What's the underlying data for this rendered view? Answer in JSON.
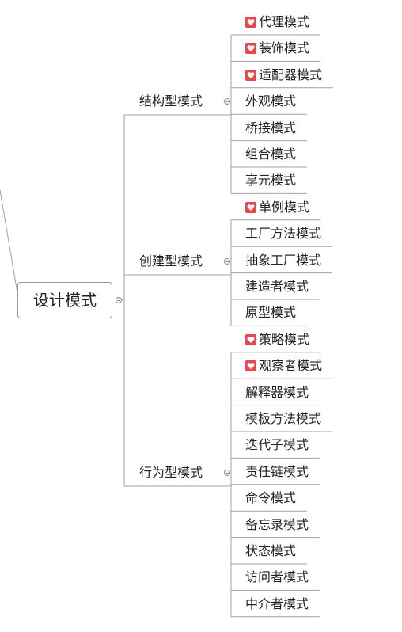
{
  "root": {
    "label": "设计模式"
  },
  "categories": [
    {
      "label": "结构型模式",
      "items": [
        {
          "label": "代理模式",
          "flagged": true
        },
        {
          "label": "装饰模式",
          "flagged": true
        },
        {
          "label": "适配器模式",
          "flagged": true
        },
        {
          "label": "外观模式",
          "flagged": false
        },
        {
          "label": "桥接模式",
          "flagged": false
        },
        {
          "label": "组合模式",
          "flagged": false
        },
        {
          "label": "享元模式",
          "flagged": false
        }
      ]
    },
    {
      "label": "创建型模式",
      "items": [
        {
          "label": "单例模式",
          "flagged": true
        },
        {
          "label": "工厂方法模式",
          "flagged": false
        },
        {
          "label": "抽象工厂模式",
          "flagged": false
        },
        {
          "label": "建造者模式",
          "flagged": false
        },
        {
          "label": "原型模式",
          "flagged": false
        }
      ]
    },
    {
      "label": "行为型模式",
      "items": [
        {
          "label": "策略模式",
          "flagged": true
        },
        {
          "label": "观察者模式",
          "flagged": true
        },
        {
          "label": "解释器模式",
          "flagged": false
        },
        {
          "label": "模板方法模式",
          "flagged": false
        },
        {
          "label": "迭代子模式",
          "flagged": false
        },
        {
          "label": "责任链模式",
          "flagged": false
        },
        {
          "label": "命令模式",
          "flagged": false
        },
        {
          "label": "备忘录模式",
          "flagged": false
        },
        {
          "label": "状态模式",
          "flagged": false
        },
        {
          "label": "访问者模式",
          "flagged": false
        },
        {
          "label": "中介者模式",
          "flagged": false
        }
      ]
    }
  ],
  "colors": {
    "line": "#a0a0a0",
    "text": "#222222",
    "flag": "#e5484d"
  },
  "icons": {
    "flag": "heart-flag-icon",
    "toggle": "collapse-toggle-icon"
  }
}
